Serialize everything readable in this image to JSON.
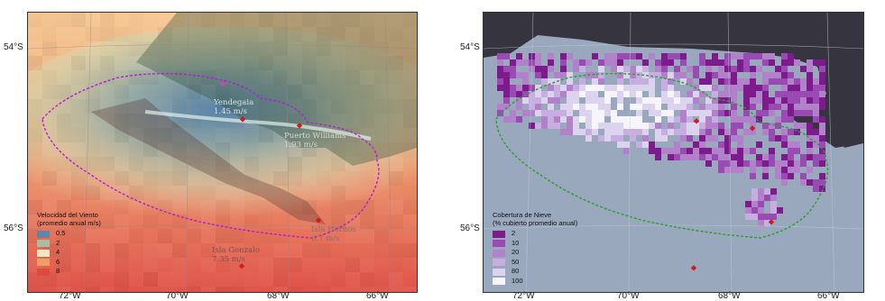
{
  "axes": {
    "lat_labels": [
      "54°S",
      "56°S"
    ],
    "lon_labels": [
      "72°W",
      "70°W",
      "68°W",
      "66°W"
    ]
  },
  "wind_map": {
    "legend_title": "Velocidad del Viento",
    "legend_subtitle": "(promedio anual m/s)",
    "legend_items": [
      {
        "label": "0.5",
        "color": "#5b86ad"
      },
      {
        "label": "2",
        "color": "#a8bda4"
      },
      {
        "label": "4",
        "color": "#efe7c3"
      },
      {
        "label": "6",
        "color": "#ee9e64"
      },
      {
        "label": "8",
        "color": "#de4a42"
      }
    ],
    "places": [
      {
        "name": "Yendegaia",
        "value": "1.45 m/s",
        "color": "#d6e3dd"
      },
      {
        "name": "Puerto Williams",
        "value": "1.93 m/s",
        "color": "#cfdad6"
      },
      {
        "name": "Isla Hornos",
        "value": "6.7 m/s",
        "color": "#8a6e6e"
      },
      {
        "name": "Isla Gonzalo",
        "value": "7.35 m/s",
        "color": "#7a5252"
      }
    ]
  },
  "snow_map": {
    "legend_title": "Cobertura de Nieve",
    "legend_subtitle": "(% cubierto promedio anual)",
    "legend_items": [
      {
        "label": "2",
        "color": "#7d1a8c"
      },
      {
        "label": "10",
        "color": "#9a4ab3"
      },
      {
        "label": "20",
        "color": "#b181ca"
      },
      {
        "label": "50",
        "color": "#c6aee0"
      },
      {
        "label": "80",
        "color": "#dcd3ef"
      },
      {
        "label": "100",
        "color": "#f6f5fb"
      }
    ]
  }
}
